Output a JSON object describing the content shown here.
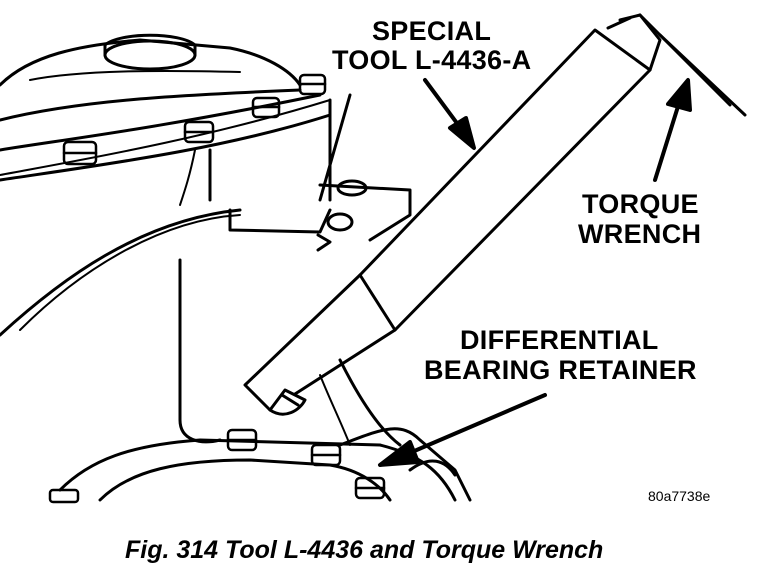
{
  "labels": {
    "special_line1": "SPECIAL",
    "special_line2": "TOOL L-4436-A",
    "torque_line1": "TORQUE",
    "torque_line2": "WRENCH",
    "diff_line1": "DIFFERENTIAL",
    "diff_line2": "BEARING RETAINER"
  },
  "reference_code": "80a7738e",
  "caption": "Fig. 314 Tool L-4436 and Torque Wrench",
  "colors": {
    "ink": "#000000",
    "paper": "#ffffff"
  }
}
